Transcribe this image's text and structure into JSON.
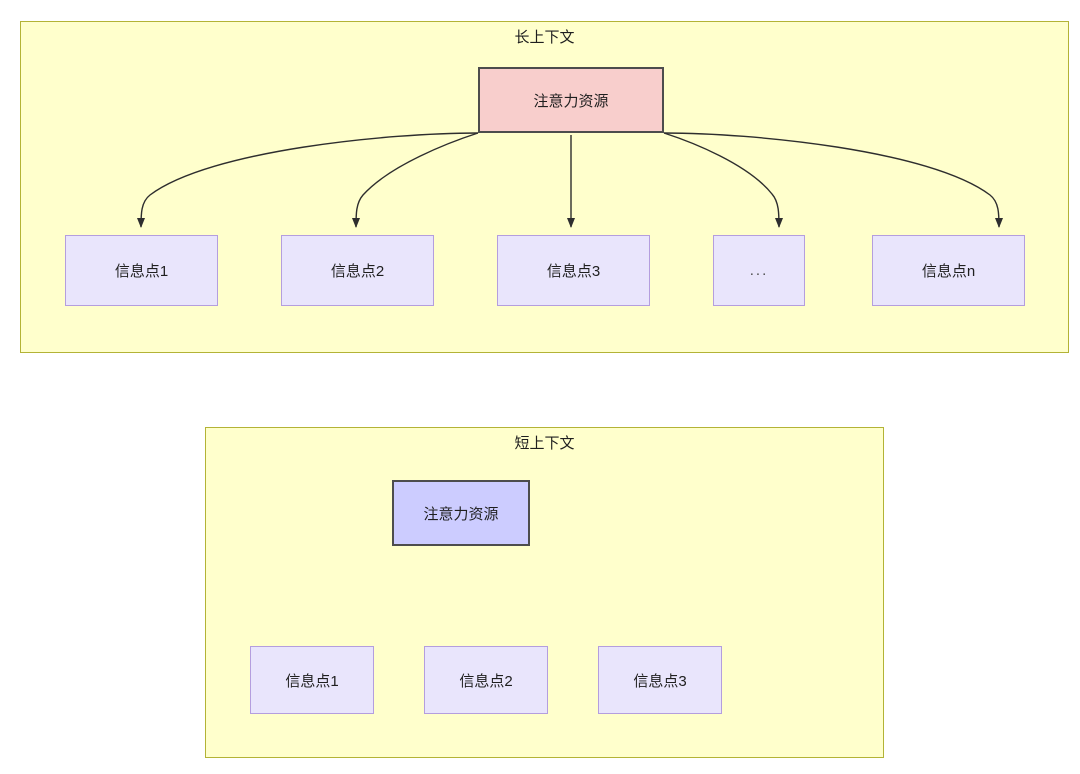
{
  "diagram": {
    "type": "attention-distribution-comparison",
    "colors": {
      "container_fill": "#ffffcc",
      "container_border": "#b3b336",
      "attention_long_fill": "#f8cecc",
      "attention_short_fill": "#ccccff",
      "attention_border": "#4d4d4d",
      "info_fill": "#e9e5fc",
      "info_border": "#b49ede",
      "edge_color": "#2e2e2e",
      "text_color": "#1f1f1f"
    },
    "sections": [
      {
        "id": "long-context",
        "title": "长上下文",
        "root": {
          "id": "attention-long",
          "label": "注意力资源"
        },
        "children": [
          {
            "id": "info-point-1",
            "label": "信息点1"
          },
          {
            "id": "info-point-2",
            "label": "信息点2"
          },
          {
            "id": "info-point-3",
            "label": "信息点3"
          },
          {
            "id": "info-point-ellipsis",
            "label": "..."
          },
          {
            "id": "info-point-n",
            "label": "信息点n"
          }
        ]
      },
      {
        "id": "short-context",
        "title": "短上下文",
        "root": {
          "id": "attention-short",
          "label": "注意力资源"
        },
        "children": [
          {
            "id": "info-point-1",
            "label": "信息点1"
          },
          {
            "id": "info-point-2",
            "label": "信息点2"
          },
          {
            "id": "info-point-3",
            "label": "信息点3"
          }
        ]
      }
    ]
  }
}
